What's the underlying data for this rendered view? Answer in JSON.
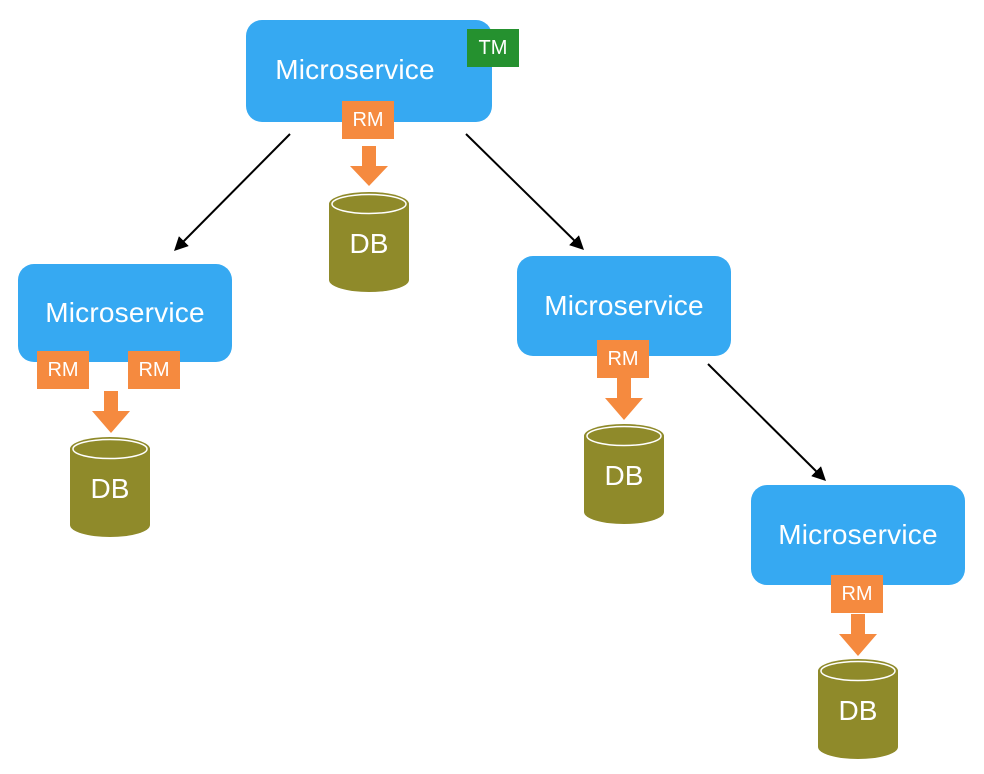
{
  "nodes": {
    "root": {
      "label": "Microservice",
      "badge": "TM",
      "rm": "RM",
      "db": "DB"
    },
    "left": {
      "label": "Microservice",
      "rm_a": "RM",
      "rm_b": "RM",
      "db": "DB"
    },
    "middle": {
      "label": "Microservice",
      "rm": "RM",
      "db": "DB"
    },
    "bottom": {
      "label": "Microservice",
      "rm": "RM",
      "db": "DB"
    }
  },
  "colors": {
    "service": "#36a9f2",
    "tm_badge": "#25912f",
    "rm": "#f58a3f",
    "db": "#8f8a2a",
    "db_top": "#a59f36",
    "edge": "#000000"
  }
}
